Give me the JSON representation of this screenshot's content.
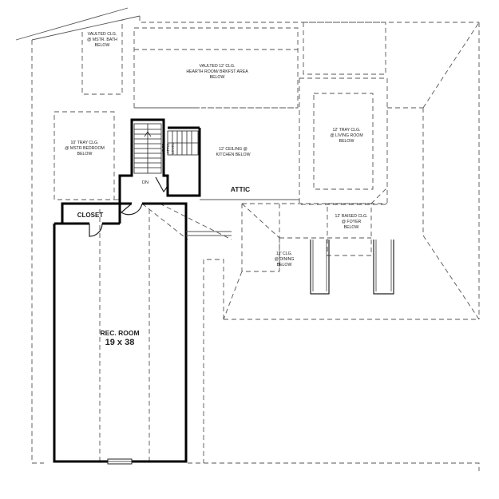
{
  "labels": {
    "vaulted_master_bath": [
      "VAULTED CLG.",
      "@ MSTR. BATH",
      "BELOW"
    ],
    "vaulted_hearth": [
      "VAULTED 12' CLG.",
      "HEARTH ROOM/ BRKFST AREA",
      "BELOW"
    ],
    "tray_master_bedroom": [
      "10' TRAY CLG.",
      "@ MSTR BEDROOM",
      "BELOW"
    ],
    "ceiling_kitchen": [
      "12' CEILING @",
      "KITCHEN BELOW"
    ],
    "tray_living_room": [
      "12' TRAY CLG.",
      "@ LIVING ROOM",
      "BELOW"
    ],
    "raised_foyer": [
      "12' RAISED CLG.",
      "@ FOYER",
      "BELOW"
    ],
    "dining": [
      "12' CLG.",
      "@ DINING",
      "BELOW"
    ],
    "attic": "ATTIC",
    "closet": "CLOSET",
    "rec_room_name": "REC. ROOM",
    "rec_room_size": "19 x 38",
    "stair_down": "DN",
    "stair_up": [
      "UP TO",
      "ATTIC",
      "LEVEL"
    ]
  }
}
